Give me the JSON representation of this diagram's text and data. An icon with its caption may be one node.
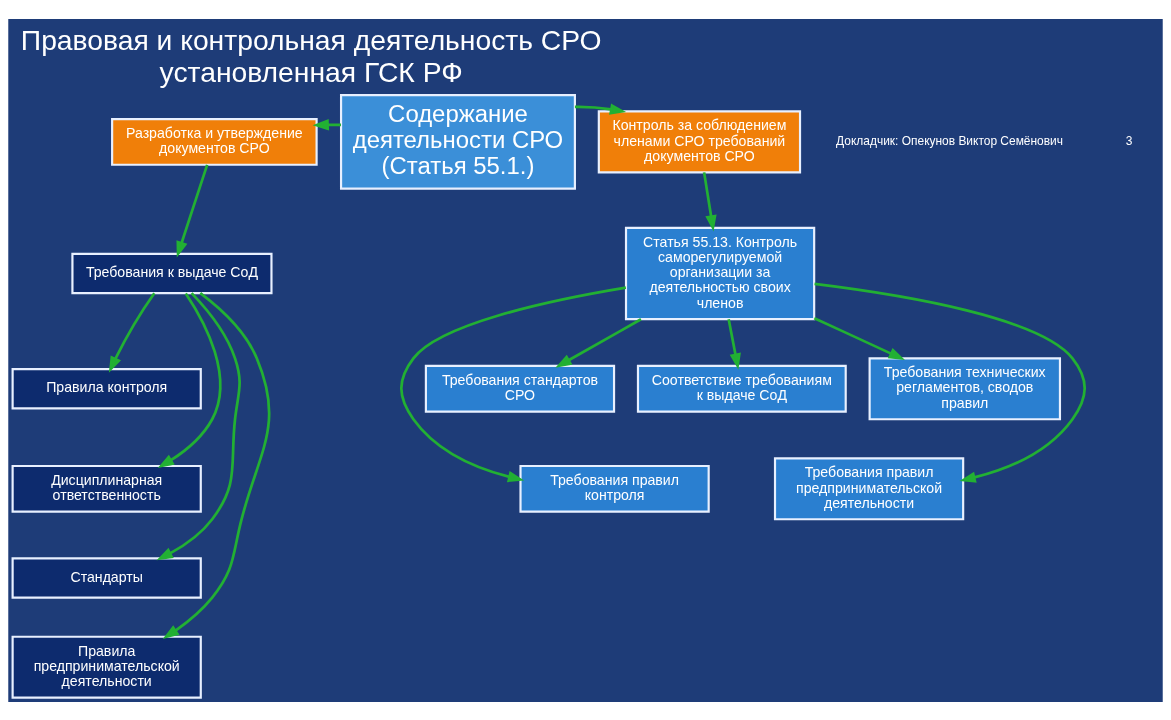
{
  "diagram": {
    "title": "Правовая и контрольная деятельность СРО установленная ГСК РФ",
    "nodes": [
      {
        "text": [
          "Содержание деятельности СРО (Статья 55.1.)"
        ]
      },
      {
        "text": [
          "Разработка и утверждение документов СРО"
        ]
      },
      {
        "text": [
          "Контроль за соблюдением членами СРО требований документов СРО"
        ]
      },
      {
        "text": [
          "Требования к выдаче СоД"
        ]
      },
      {
        "text": [
          "Правила контроля"
        ]
      },
      {
        "text": [
          "Дисциплинарная ответственность"
        ]
      },
      {
        "text": [
          "Стандарты"
        ]
      },
      {
        "text": [
          "Правила предпринимательской деятельности"
        ]
      },
      {
        "text": [
          "Статья 55.13. Контроль саморегулируемой организации за деятельностью своих членов"
        ]
      },
      {
        "text": [
          "Требования стандартов СРО"
        ]
      },
      {
        "text": [
          "Соответствие требованиям к выдаче СоД"
        ]
      },
      {
        "text": [
          "Требования технических регламентов, сводов правил"
        ]
      },
      {
        "text": [
          "Требования правил предпринимательской деятельности"
        ]
      },
      {
        "text": [
          "Требования правил контроля"
        ]
      }
    ],
    "edges": [
      {
        "from": 0,
        "to": 1,
        "arrow": "to"
      },
      {
        "from": 0,
        "to": 2,
        "arrow": "to"
      },
      {
        "from": 1,
        "to": 3,
        "arrow": "to"
      },
      {
        "from": 3,
        "to": 4,
        "arrow": "to"
      },
      {
        "from": 3,
        "to": 5,
        "arrow": "to"
      },
      {
        "from": 3,
        "to": 6,
        "arrow": "to"
      },
      {
        "from": 3,
        "to": 7,
        "arrow": "to"
      },
      {
        "from": 2,
        "to": 8,
        "arrow": "to"
      },
      {
        "from": 8,
        "to": 9,
        "arrow": "to"
      },
      {
        "from": 8,
        "to": 10,
        "arrow": "to"
      },
      {
        "from": 8,
        "to": 11,
        "arrow": "to"
      },
      {
        "from": 8,
        "to": 12,
        "arrow": "to"
      },
      {
        "from": 8,
        "to": 13,
        "arrow": "to"
      }
    ],
    "labels": [
      "Докладчик: Опекунов Виктор Семёнович",
      "3"
    ]
  }
}
